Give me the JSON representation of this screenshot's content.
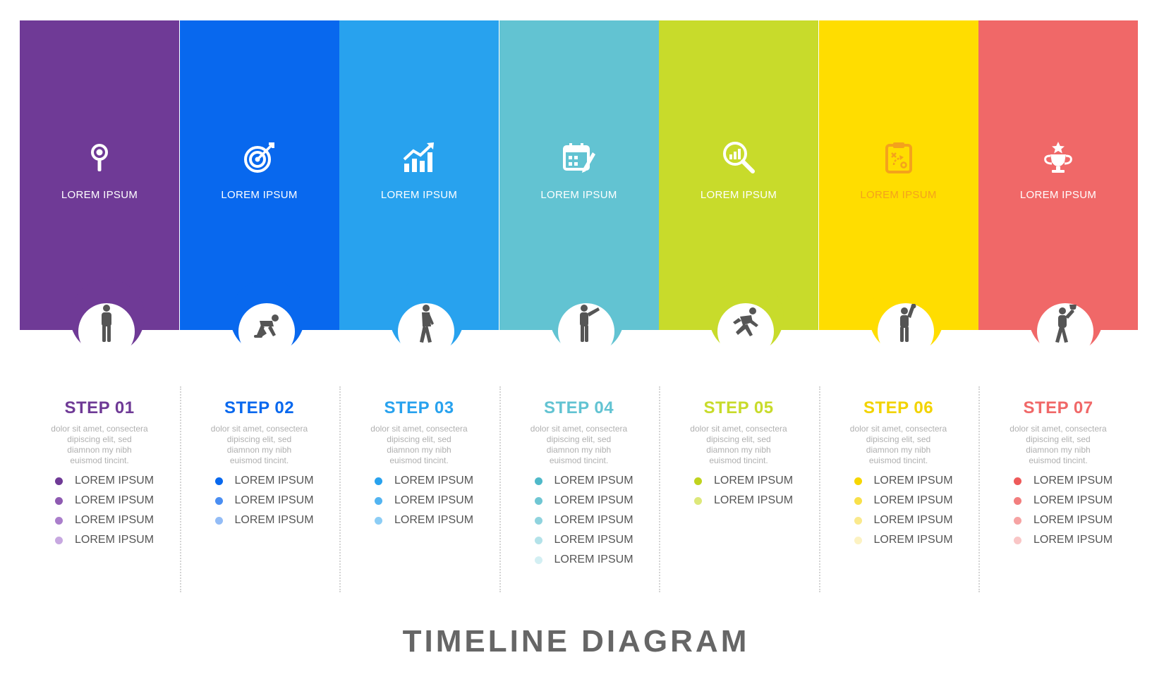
{
  "title": "TIMELINE DIAGRAM",
  "description": "dolor sit amet, consectera dipiscing elit, sed diamnon my nibh euismod tincint.",
  "steps": [
    {
      "step": "STEP 01",
      "label": "LOREM IPSUM",
      "icon": "magnifier-icon",
      "person": "standing-person-icon",
      "color": "#6F3A96",
      "title_color": "#6F3A96",
      "bullets": [
        "LOREM IPSUM",
        "LOREM IPSUM",
        "LOREM IPSUM",
        "LOREM IPSUM"
      ],
      "dot_colors": [
        "#6F3A96",
        "#8E5AB1",
        "#AA7ECB",
        "#C7A8E0"
      ]
    },
    {
      "step": "STEP 02",
      "label": "LOREM IPSUM",
      "icon": "target-icon",
      "person": "crouching-start-person-icon",
      "color": "#0868EE",
      "title_color": "#0868EE",
      "bullets": [
        "LOREM IPSUM",
        "LOREM IPSUM",
        "LOREM IPSUM"
      ],
      "dot_colors": [
        "#0868EE",
        "#4A8EF2",
        "#93BCF6"
      ]
    },
    {
      "step": "STEP 03",
      "label": "LOREM IPSUM",
      "icon": "growth-chart-icon",
      "person": "walking-person-icon",
      "color": "#28A2EE",
      "title_color": "#28A2EE",
      "bullets": [
        "LOREM IPSUM",
        "LOREM IPSUM",
        "LOREM IPSUM"
      ],
      "dot_colors": [
        "#28A2EE",
        "#52B4F1",
        "#8CCDF5"
      ]
    },
    {
      "step": "STEP 04",
      "label": "LOREM IPSUM",
      "icon": "calendar-edit-icon",
      "person": "pointing-person-icon",
      "color": "#62C3D2",
      "title_color": "#62C3D2",
      "bullets": [
        "LOREM IPSUM",
        "LOREM IPSUM",
        "LOREM IPSUM",
        "LOREM IPSUM",
        "LOREM IPSUM"
      ],
      "dot_colors": [
        "#4FB9C9",
        "#6FC6D3",
        "#8FD3DE",
        "#B3E2E9",
        "#D3EFF3"
      ]
    },
    {
      "step": "STEP 05",
      "label": "LOREM IPSUM",
      "icon": "analytics-search-icon",
      "person": "running-person-icon",
      "color": "#C8DB2B",
      "title_color": "#C8DB2B",
      "bullets": [
        "LOREM IPSUM",
        "LOREM IPSUM"
      ],
      "dot_colors": [
        "#C0D31E",
        "#DDE87A"
      ]
    },
    {
      "step": "STEP 06",
      "label": "LOREM IPSUM",
      "icon": "strategy-clipboard-icon",
      "person": "fist-raised-person-icon",
      "color": "#FFDD00",
      "title_color": "#F2D300",
      "label_color": "#F4A21C",
      "bullets": [
        "LOREM IPSUM",
        "LOREM IPSUM",
        "LOREM IPSUM",
        "LOREM IPSUM"
      ],
      "dot_colors": [
        "#F6D600",
        "#F8E04A",
        "#FAE98C",
        "#FCF2C2"
      ]
    },
    {
      "step": "STEP 07",
      "label": "LOREM IPSUM",
      "icon": "trophy-icon",
      "person": "winner-person-icon",
      "color": "#F06868",
      "title_color": "#F06868",
      "bullets": [
        "LOREM IPSUM",
        "LOREM IPSUM",
        "LOREM IPSUM",
        "LOREM IPSUM"
      ],
      "dot_colors": [
        "#EE5A5A",
        "#F27E7E",
        "#F6A3A3",
        "#F9C6C6"
      ]
    }
  ]
}
